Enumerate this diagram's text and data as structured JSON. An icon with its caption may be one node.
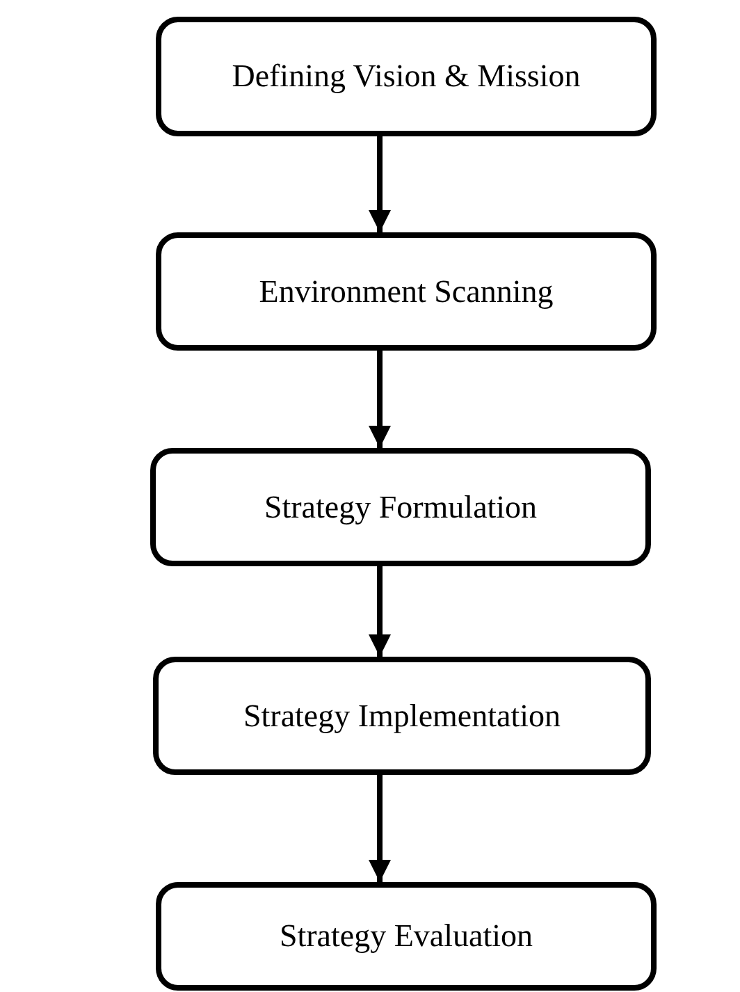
{
  "diagram": {
    "nodes": [
      {
        "text": [
          "Defining Vision & Mission"
        ]
      },
      {
        "text": [
          "Environment Scanning"
        ]
      },
      {
        "text": [
          "Strategy Formulation"
        ]
      },
      {
        "text": [
          "Strategy Implementation"
        ]
      },
      {
        "text": [
          "Strategy Evaluation"
        ]
      }
    ],
    "edges": [
      {
        "from": 0,
        "to": 1,
        "arrow": "to"
      },
      {
        "from": 1,
        "to": 2,
        "arrow": "to"
      },
      {
        "from": 2,
        "to": 3,
        "arrow": "to"
      },
      {
        "from": 3,
        "to": 4,
        "arrow": "to"
      }
    ]
  }
}
